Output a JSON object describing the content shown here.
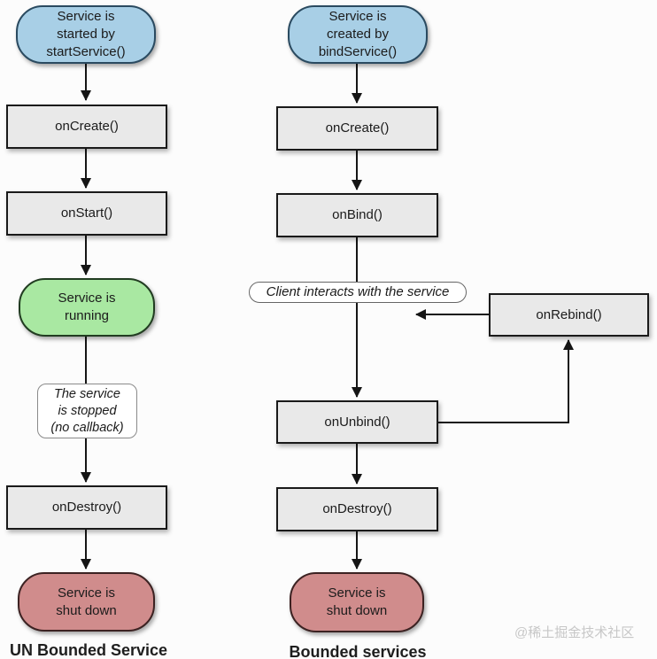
{
  "colors": {
    "blue_fill": "#a8cfe6",
    "blue_border": "#2a4a60",
    "green_fill": "#a9e8a2",
    "green_border": "#213c21",
    "pink_fill": "#d08c8c",
    "pink_border": "#3c2222",
    "gray_fill": "#e9e9e9",
    "gray_border": "#1a1a1a",
    "note_border": "#8a8a8a",
    "arrow": "#151515",
    "watermark_color": "#c7c7c7"
  },
  "left_flow": {
    "title": "UN Bounded Service",
    "start": "Service is\nstarted by\nstartService()",
    "on_create": "onCreate()",
    "on_start": "onStart()",
    "running": "Service is\nrunning",
    "stop_note": "The service\nis stopped\n(no callback)",
    "on_destroy": "onDestroy()",
    "shutdown": "Service is\nshut down"
  },
  "right_flow": {
    "title": "Bounded services",
    "start": "Service is\ncreated by\nbindService()",
    "on_create": "onCreate()",
    "on_bind": "onBind()",
    "client_note": "Client interacts with the service",
    "on_unbind": "onUnbind()",
    "on_rebind": "onRebind()",
    "on_destroy": "onDestroy()",
    "shutdown": "Service is\nshut down"
  },
  "watermark": "@稀土掘金技术社区"
}
